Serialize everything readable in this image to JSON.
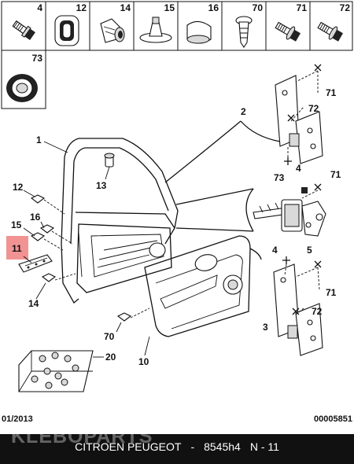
{
  "header_parts": [
    {
      "id": "4",
      "icon": "bolt-icon"
    },
    {
      "id": "12",
      "icon": "grommet-icon"
    },
    {
      "id": "14",
      "icon": "expansion-clip-icon"
    },
    {
      "id": "15",
      "icon": "push-rivet-icon"
    },
    {
      "id": "16",
      "icon": "cap-nut-icon"
    },
    {
      "id": "70",
      "icon": "fir-tree-clip-icon"
    },
    {
      "id": "71",
      "icon": "bolt-washer-icon"
    },
    {
      "id": "72",
      "icon": "flange-bolt-icon"
    },
    {
      "id": "73",
      "icon": "seal-ring-icon"
    }
  ],
  "callouts": {
    "c1": "1",
    "c2": "2",
    "c3": "3",
    "c4a": "4",
    "c4b": "4",
    "c5": "5",
    "c10": "10",
    "c11": "11",
    "c12": "12",
    "c13": "13",
    "c14": "14",
    "c15": "15",
    "c16": "16",
    "c20": "20",
    "c70": "70",
    "c71a": "71",
    "c71b": "71",
    "c71c": "71",
    "c72a": "72",
    "c72b": "72",
    "c73": "73"
  },
  "date_code": "01/2013",
  "ref_code": "00005851",
  "footer": {
    "watermark": "KLEBOPARTS",
    "brand": "CITROEN PEUGEOT",
    "separator": "-",
    "part_code": "8545h4",
    "position": "N - 11"
  },
  "colors": {
    "highlight": "#f08080",
    "accent_dark": "#111111"
  }
}
